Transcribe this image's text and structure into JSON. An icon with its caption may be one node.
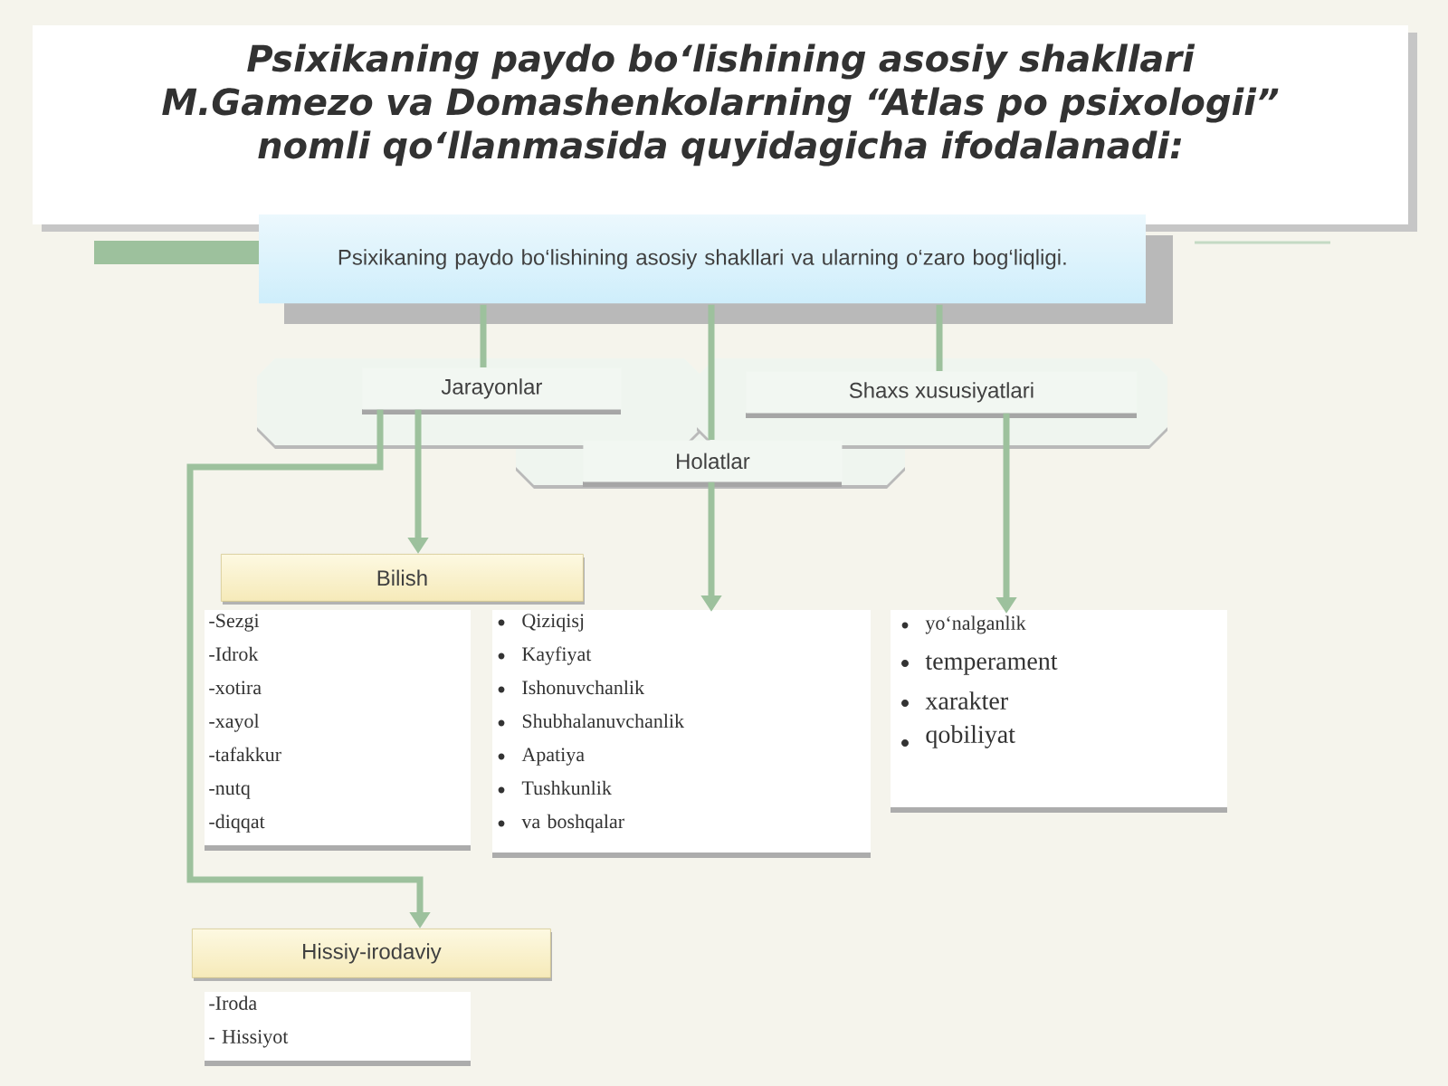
{
  "diagram": {
    "title": "Psixikaning paydo bo‘lishining asosiy shakllari M.Gamezo va Domashenkolarning “Atlas po psixologii” nomli qo‘llanmasida quyidagicha ifodalanadi:",
    "nodes": [
      {
        "text": [
          "Psixikaning paydo bo‘lishining asosiy shakllari va ularning o‘zaro bog‘liqligi."
        ]
      },
      {
        "text": [
          "Jarayonlar"
        ]
      },
      {
        "text": [
          "Holatlar"
        ]
      },
      {
        "text": [
          "Shaxs xususiyatlari"
        ]
      },
      {
        "text": [
          "Bilish"
        ]
      },
      {
        "text": [
          "-Sezgi",
          "-Idrok",
          "-xotira",
          "-xayol",
          "-tafakkur",
          "-nutq",
          "-diqqat"
        ]
      },
      {
        "text": [
          "Qiziqisj",
          "Kayfiyat",
          "Ishonuvchanlik",
          "Shubhalanuvchanlik",
          "Apatiya",
          "Tushkunlik",
          "va boshqalar"
        ]
      },
      {
        "text": [
          "yo‘nalganlik",
          "temperament",
          "xarakter",
          "qobiliyat"
        ]
      },
      {
        "text": [
          "Hissiy-irodaviy"
        ]
      },
      {
        "text": [
          "-Iroda",
          "- Hissiyot"
        ]
      }
    ],
    "edges": [
      {
        "from": 0,
        "to": 1,
        "arrow": "none"
      },
      {
        "from": 0,
        "to": 2,
        "arrow": "none"
      },
      {
        "from": 0,
        "to": 3,
        "arrow": "none"
      },
      {
        "from": 1,
        "to": 4,
        "arrow": "to"
      },
      {
        "from": 2,
        "to": 6,
        "arrow": "to"
      },
      {
        "from": 3,
        "to": 7,
        "arrow": "to"
      },
      {
        "from": 1,
        "to": 8,
        "arrow": "to"
      }
    ]
  }
}
